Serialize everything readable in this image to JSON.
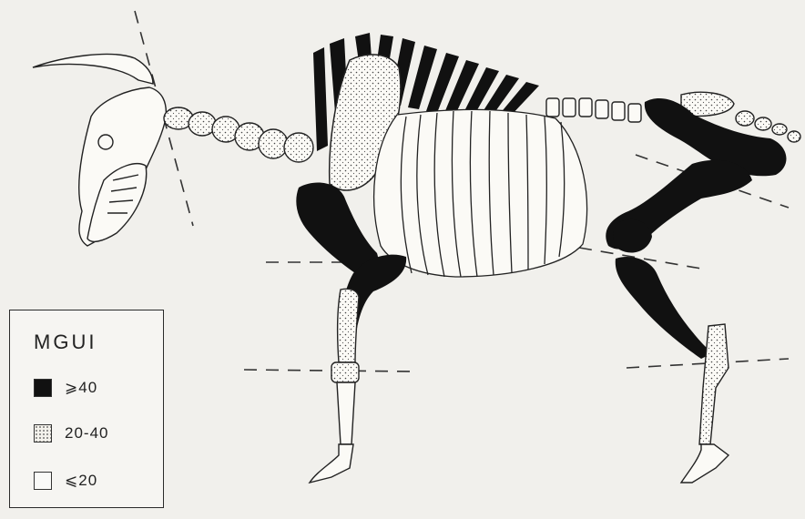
{
  "legend": {
    "title": "MGUI",
    "items": [
      {
        "label": "⩾40",
        "fill": "black"
      },
      {
        "label": "20-40",
        "fill": "dotted"
      },
      {
        "label": "⩽20",
        "fill": "white"
      }
    ]
  },
  "colors": {
    "background": "#f1f0ec",
    "ink": "#111111",
    "bone": "#fbfaf6"
  }
}
